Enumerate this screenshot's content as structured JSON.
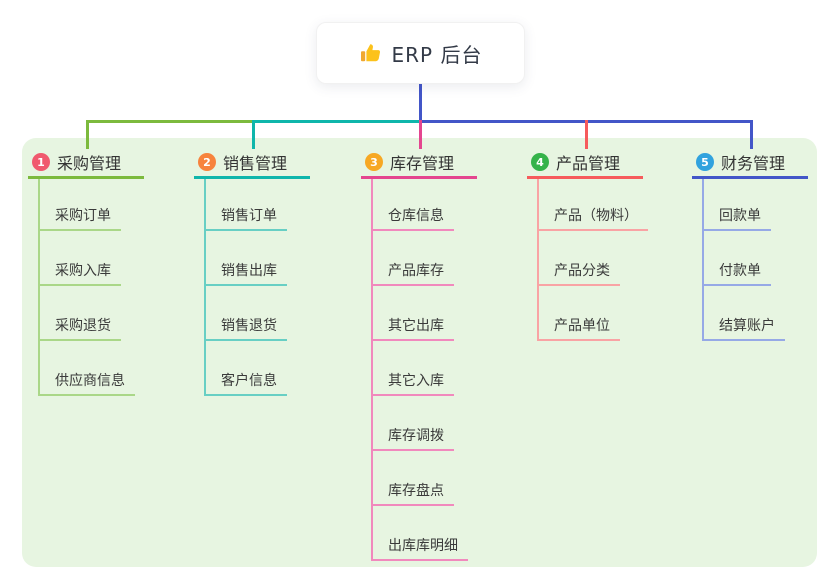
{
  "root": {
    "label": "ERP 后台",
    "icon": "thumbs-up-icon"
  },
  "branches": [
    {
      "index": "1",
      "label": "采购管理",
      "badge_color": "#f0596e",
      "line_color": "#7cba3d",
      "child_line_color": "#aad788",
      "children": [
        "采购订单",
        "采购入库",
        "采购退货",
        "供应商信息"
      ]
    },
    {
      "index": "2",
      "label": "销售管理",
      "badge_color": "#f7833d",
      "line_color": "#0fb6ab",
      "child_line_color": "#68cfc4",
      "children": [
        "销售订单",
        "销售出库",
        "销售退货",
        "客户信息"
      ]
    },
    {
      "index": "3",
      "label": "库存管理",
      "badge_color": "#f7a823",
      "line_color": "#e4468f",
      "child_line_color": "#f189bd",
      "children": [
        "仓库信息",
        "产品库存",
        "其它出库",
        "其它入库",
        "库存调拨",
        "库存盘点",
        "出库库明细"
      ]
    },
    {
      "index": "4",
      "label": "产品管理",
      "badge_color": "#35b34a",
      "line_color": "#f65b5c",
      "child_line_color": "#f9a3a4",
      "children": [
        "产品（物料）",
        "产品分类",
        "产品单位"
      ]
    },
    {
      "index": "5",
      "label": "财务管理",
      "badge_color": "#31a2de",
      "line_color": "#4356c8",
      "child_line_color": "#96a9e6",
      "children": [
        "回款单",
        "付款单",
        "结算账户"
      ]
    }
  ],
  "colors": {
    "panel_bg": "#e7f5e1",
    "root_connector": "#4356c8",
    "thumb_gold": "#fcc21b",
    "thumb_cuff": "#f0a830"
  }
}
